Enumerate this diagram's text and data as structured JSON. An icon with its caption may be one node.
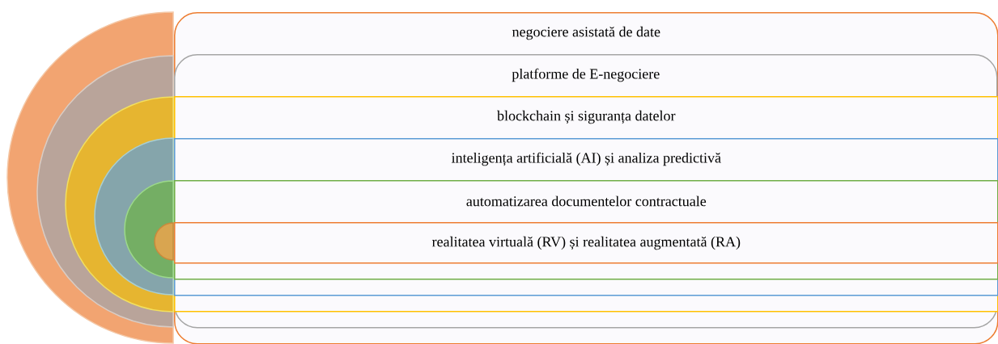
{
  "diagram": {
    "nodes": [
      {
        "text": [
          "negociere asistată de date"
        ]
      },
      {
        "text": [
          "platforme de E-negociere"
        ],
        "in": 0
      },
      {
        "text": [
          "blockchain și siguranța datelor"
        ],
        "in": 1
      },
      {
        "text": [
          "inteligența artificială (AI) și analiza predictivă"
        ],
        "in": 2
      },
      {
        "text": [
          "automatizarea documentelor contractuale"
        ],
        "in": 3
      },
      {
        "text": [
          "realitatea virtuală (RV) și realitatea augmentată (RA)"
        ],
        "in": 4
      }
    ]
  }
}
